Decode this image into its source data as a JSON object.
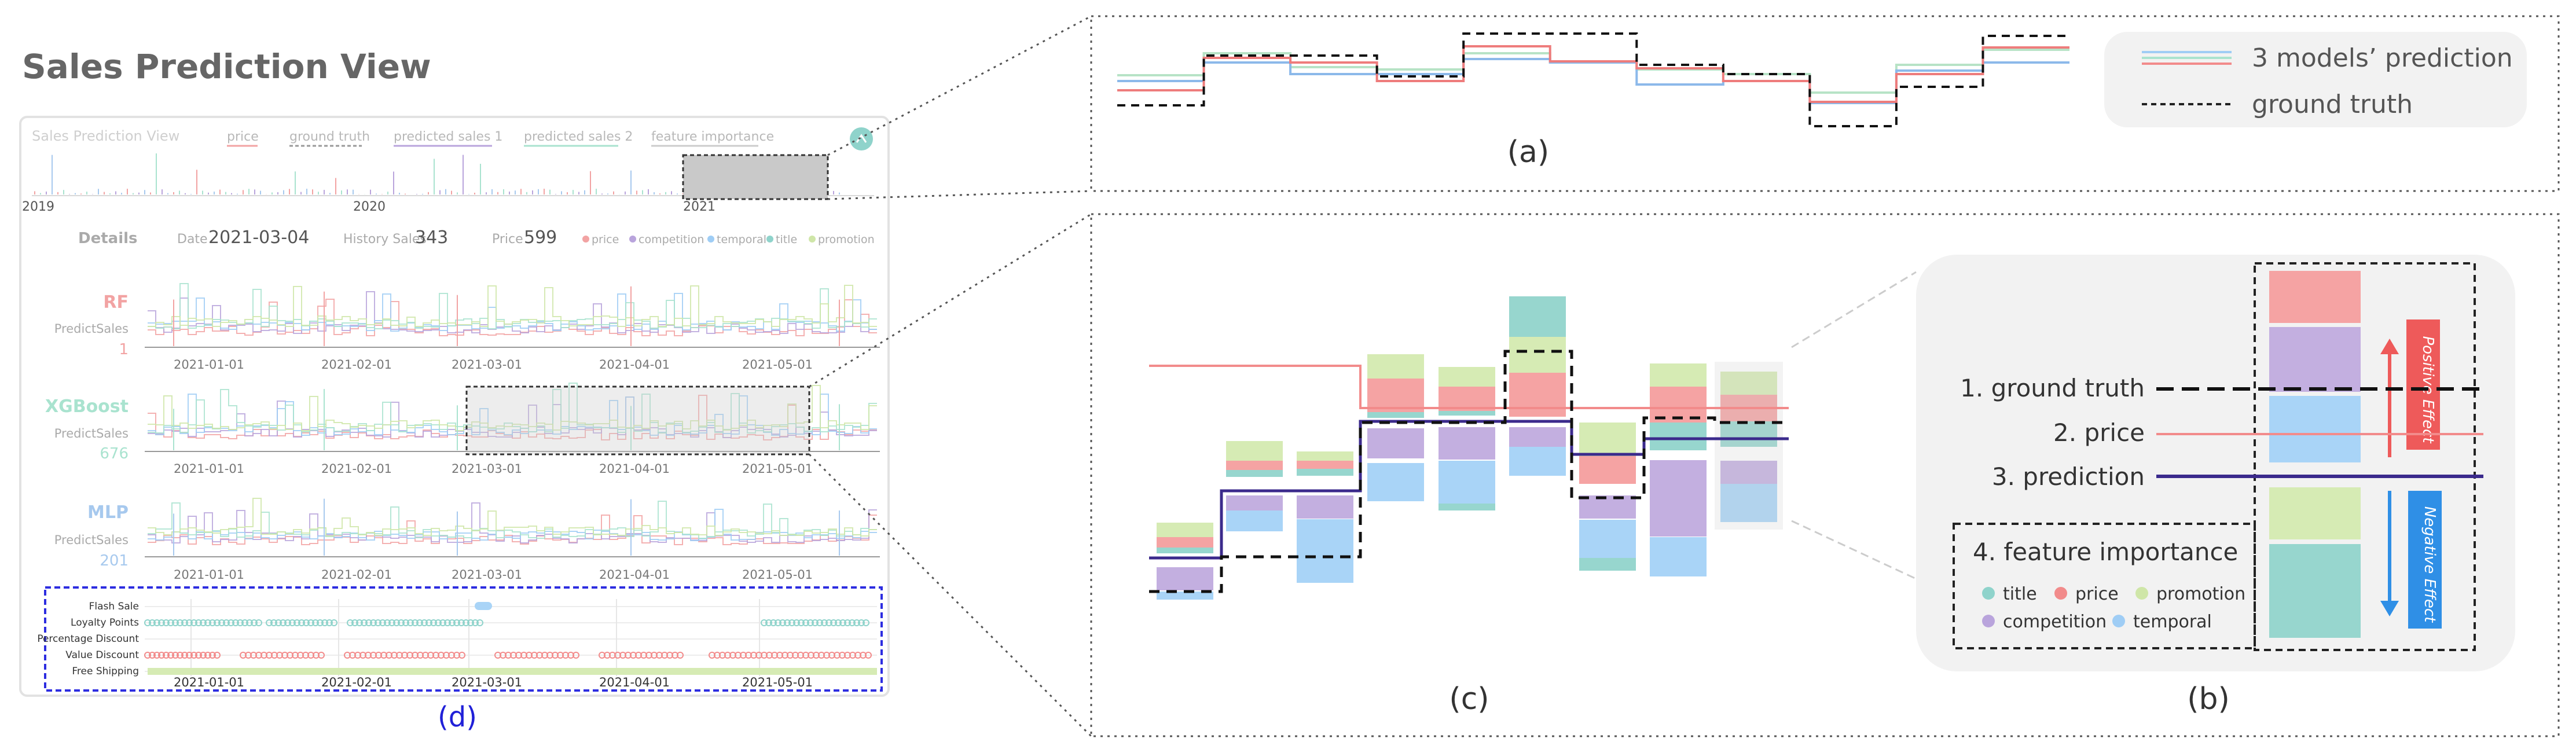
{
  "view_title": "Sales Prediction View",
  "colors": {
    "price": "#f28b8b",
    "competition": "#b9a4dc",
    "temporal": "#9fcdf5",
    "title": "#8fd3cb",
    "promotion": "#cfe6a8",
    "prediction": "#3b2a8c",
    "ground_truth": "#222222",
    "positive": "#ee5a5a",
    "negative": "#2f8fe6",
    "dashed_box": "#2d2de0"
  },
  "mini_view": {
    "header": "Sales Prediction View",
    "legend": [
      "price",
      "ground truth",
      "predicted sales 1",
      "predicted sales 2",
      "feature importance"
    ],
    "timeline_years": [
      "2019",
      "2020",
      "2021"
    ]
  },
  "details": {
    "label": "Details",
    "date_label": "Date",
    "date_value": "2021-03-04",
    "history_label": "History Sales",
    "history_value": "343",
    "price_label": "Price",
    "price_value": "599",
    "legend": [
      "price",
      "competition",
      "temporal",
      "title",
      "promotion"
    ]
  },
  "models": [
    {
      "name": "RF",
      "sub": "PredictSales",
      "value": "1",
      "color": "#f2a3a3"
    },
    {
      "name": "XGBoost",
      "sub": "PredictSales",
      "value": "676",
      "color": "#a9e3cf"
    },
    {
      "name": "MLP",
      "sub": "PredictSales",
      "value": "201",
      "color": "#a7c9ee"
    }
  ],
  "model_axis_ticks": [
    "2021-01-01",
    "2021-02-01",
    "2021-03-01",
    "2021-04-01",
    "2021-05-01"
  ],
  "promotions": {
    "rows": [
      "Flash Sale",
      "Loyalty Points",
      "Percentage Discount",
      "Value Discount",
      "Free Shipping"
    ],
    "ticks": [
      "2021-01-01",
      "2021-02-01",
      "2021-03-01",
      "2021-04-01",
      "2021-05-01"
    ]
  },
  "labels": {
    "a": "(a)",
    "b": "(b)",
    "c": "(c)",
    "d": "(d)"
  },
  "panel_a_legend": [
    "3 models’ prediction",
    "ground truth"
  ],
  "panel_b": {
    "rows": [
      "1. ground truth",
      "2. price",
      "3. prediction"
    ],
    "feature_title": "4. feature importance",
    "features": [
      "title",
      "price",
      "promotion",
      "competition",
      "temporal"
    ],
    "positive": "Positive Effect",
    "negative": "Negative Effect"
  }
}
